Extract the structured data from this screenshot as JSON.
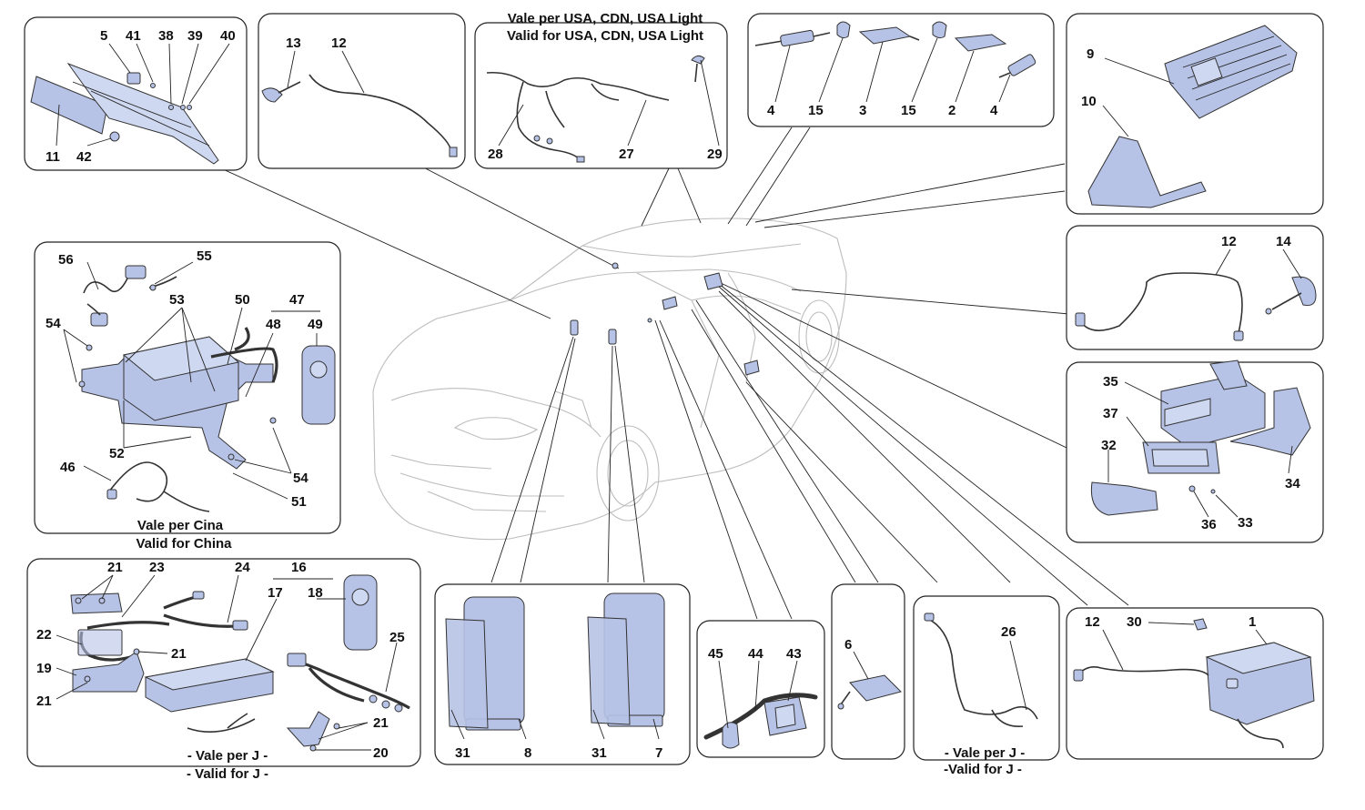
{
  "captions": {
    "usa_line1": "Vale per USA, CDN, USA Light",
    "usa_line2": "Valid for USA, CDN, USA Light",
    "china_line1": "Vale per Cina",
    "china_line2": "Valid for China",
    "j_line1": "- Vale per J -",
    "j_line2": "- Valid for J -",
    "j2_line1": "- Vale per J -",
    "j2_line2": "-Valid for J -"
  },
  "labels": {
    "p5": "5",
    "p41": "41",
    "p38": "38",
    "p39": "39",
    "p40": "40",
    "p11": "11",
    "p42": "42",
    "p13": "13",
    "p12a": "12",
    "p28": "28",
    "p27": "27",
    "p29": "29",
    "p4a": "4",
    "p15a": "15",
    "p3": "3",
    "p15b": "15",
    "p2": "2",
    "p4b": "4",
    "p9": "9",
    "p10": "10",
    "p56": "56",
    "p55": "55",
    "p53": "53",
    "p50": "50",
    "p47": "47",
    "p54a": "54",
    "p48": "48",
    "p49": "49",
    "p52": "52",
    "p46": "46",
    "p54b": "54",
    "p51": "51",
    "p12b": "12",
    "p14": "14",
    "p35": "35",
    "p37": "37",
    "p32": "32",
    "p34": "34",
    "p36": "36",
    "p33": "33",
    "p21a": "21",
    "p23": "23",
    "p24": "24",
    "p16": "16",
    "p17": "17",
    "p18": "18",
    "p22": "22",
    "p21b": "21",
    "p19": "19",
    "p25": "25",
    "p21c": "21",
    "p21d": "21",
    "p20": "20",
    "p31a": "31",
    "p8": "8",
    "p31b": "31",
    "p7": "7",
    "p45": "45",
    "p44": "44",
    "p43": "43",
    "p6": "6",
    "p26": "26",
    "p12c": "12",
    "p30": "30",
    "p1": "1"
  }
}
